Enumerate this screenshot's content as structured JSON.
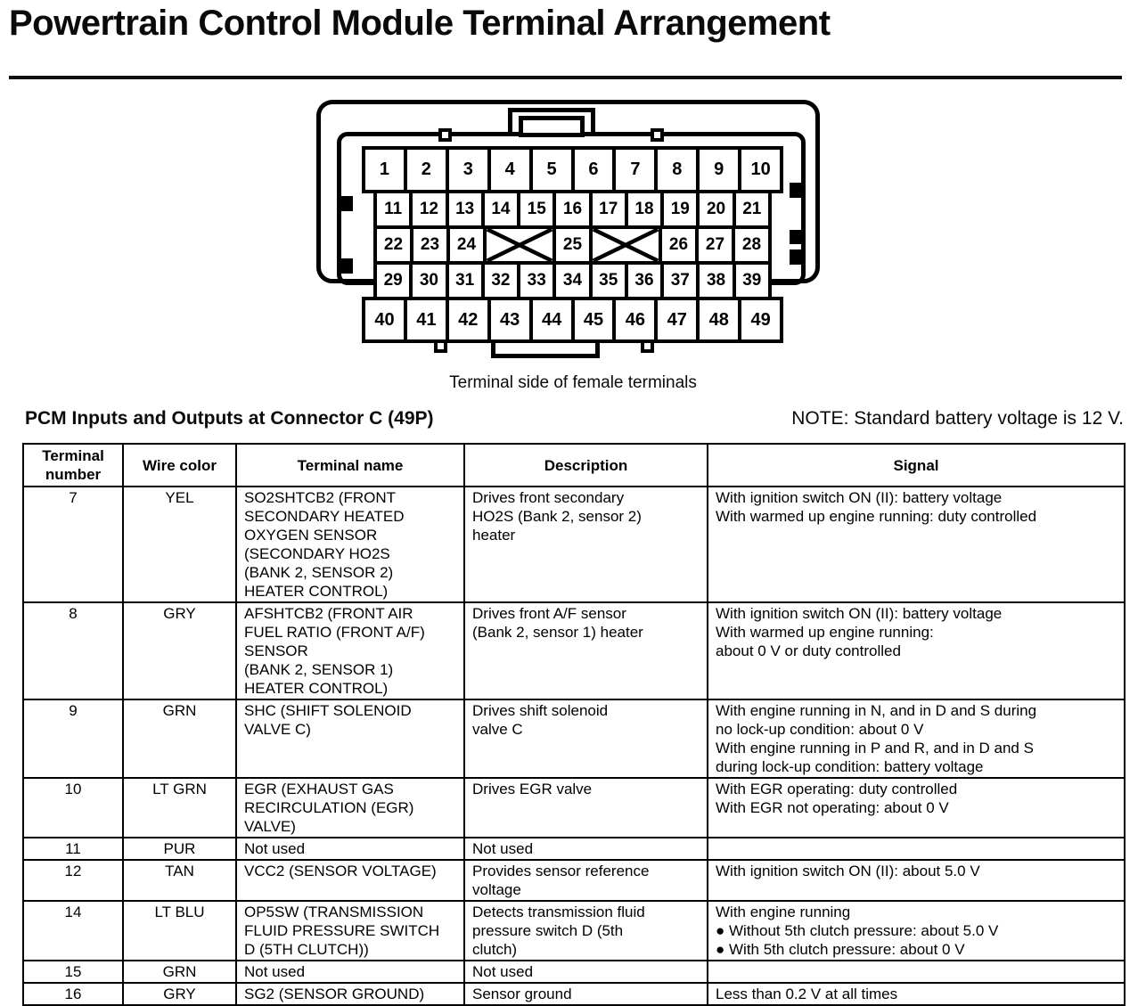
{
  "page": {
    "title": "Powertrain Control Module Terminal Arrangement",
    "connector_caption": "Terminal side of female terminals",
    "section_heading": "PCM Inputs and Outputs at Connector C (49P)",
    "note": "NOTE: Standard battery voltage is 12 V."
  },
  "connector": {
    "rows": [
      {
        "cells": [
          "1",
          "2",
          "3",
          "4",
          "5",
          "6",
          "7",
          "8",
          "9",
          "10"
        ]
      },
      {
        "cells": [
          "11",
          "12",
          "13",
          "14",
          "15",
          "16",
          "17",
          "18",
          "19",
          "20",
          "21"
        ]
      },
      {
        "cells": [
          "22",
          "23",
          "24",
          "X",
          "25",
          "X",
          "26",
          "27",
          "28"
        ]
      },
      {
        "cells": [
          "29",
          "30",
          "31",
          "32",
          "33",
          "34",
          "35",
          "36",
          "37",
          "38",
          "39"
        ]
      },
      {
        "cells": [
          "40",
          "41",
          "42",
          "43",
          "44",
          "45",
          "46",
          "47",
          "48",
          "49"
        ]
      }
    ]
  },
  "table": {
    "headers": [
      "Terminal\nnumber",
      "Wire color",
      "Terminal name",
      "Description",
      "Signal"
    ],
    "rows": [
      {
        "terminal": "7",
        "wire": "YEL",
        "name": "SO2SHTCB2 (FRONT\nSECONDARY HEATED\nOXYGEN SENSOR\n(SECONDARY HO2S\n(BANK 2, SENSOR 2)\nHEATER CONTROL)",
        "description": "Drives front secondary\nHO2S (Bank 2, sensor 2)\nheater",
        "signal": "With ignition switch ON (II): battery voltage\nWith warmed up engine running: duty controlled"
      },
      {
        "terminal": "8",
        "wire": "GRY",
        "name": "AFSHTCB2 (FRONT AIR\nFUEL RATIO (FRONT A/F)\nSENSOR\n(BANK 2, SENSOR 1)\nHEATER CONTROL)",
        "description": "Drives front A/F sensor\n(Bank 2, sensor 1) heater",
        "signal": "With ignition switch ON (II): battery voltage\nWith warmed up engine running:\nabout 0 V or duty controlled"
      },
      {
        "terminal": "9",
        "wire": "GRN",
        "name": "SHC (SHIFT SOLENOID\nVALVE C)",
        "description": "Drives shift solenoid\nvalve C",
        "signal": "With engine running in N, and in D and S during\nno lock-up condition: about 0 V\nWith engine running in P and R, and in D and S\nduring lock-up condition: battery voltage"
      },
      {
        "terminal": "10",
        "wire": "LT GRN",
        "name": "EGR (EXHAUST GAS\nRECIRCULATION (EGR)\nVALVE)",
        "description": "Drives EGR valve",
        "signal": "With EGR operating: duty controlled\nWith EGR not operating: about 0 V"
      },
      {
        "terminal": "11",
        "wire": "PUR",
        "name": "Not used",
        "description": "Not used",
        "signal": ""
      },
      {
        "terminal": "12",
        "wire": "TAN",
        "name": "VCC2 (SENSOR VOLTAGE)",
        "description": "Provides sensor reference\nvoltage",
        "signal": "With ignition switch ON (II): about 5.0 V"
      },
      {
        "terminal": "14",
        "wire": "LT BLU",
        "name": "OP5SW (TRANSMISSION\nFLUID PRESSURE SWITCH\nD (5TH CLUTCH))",
        "description": "Detects transmission fluid\npressure switch D (5th\nclutch)",
        "signal": "With engine running\n●  Without 5th clutch pressure: about 5.0 V\n●  With 5th clutch pressure: about 0 V"
      },
      {
        "terminal": "15",
        "wire": "GRN",
        "name": "Not used",
        "description": "Not used",
        "signal": ""
      },
      {
        "terminal": "16",
        "wire": "GRY",
        "name": "SG2 (SENSOR GROUND)",
        "description": "Sensor ground",
        "signal": "Less than 0.2 V at all times"
      }
    ]
  }
}
